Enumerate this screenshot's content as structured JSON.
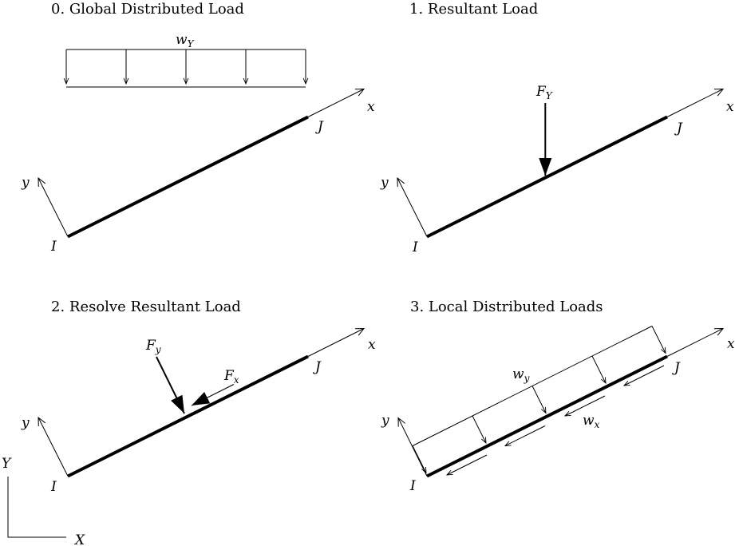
{
  "colors": {
    "ink": "#000000",
    "background": "#ffffff"
  },
  "panels": {
    "p0": {
      "title": "0. Global Distributed Load",
      "load_base": "w",
      "load_sub": "Y",
      "axis_x": "x",
      "axis_y": "y",
      "node_i": "I",
      "node_j": "J"
    },
    "p1": {
      "title": "1. Resultant Load",
      "force_base": "F",
      "force_sub": "Y",
      "axis_x": "x",
      "axis_y": "y",
      "node_i": "I",
      "node_j": "J"
    },
    "p2": {
      "title": "2. Resolve Resultant Load",
      "force_y_base": "F",
      "force_y_sub": "y",
      "force_x_base": "F",
      "force_x_sub": "x",
      "axis_x": "x",
      "axis_y": "y",
      "node_i": "I",
      "node_j": "J",
      "global_x": "X",
      "global_y": "Y"
    },
    "p3": {
      "title": "3. Local Distributed Loads",
      "load_y_base": "w",
      "load_y_sub": "y",
      "load_x_base": "w",
      "load_x_sub": "x",
      "axis_x": "x",
      "axis_y": "y",
      "node_i": "I",
      "node_j": "J"
    }
  }
}
